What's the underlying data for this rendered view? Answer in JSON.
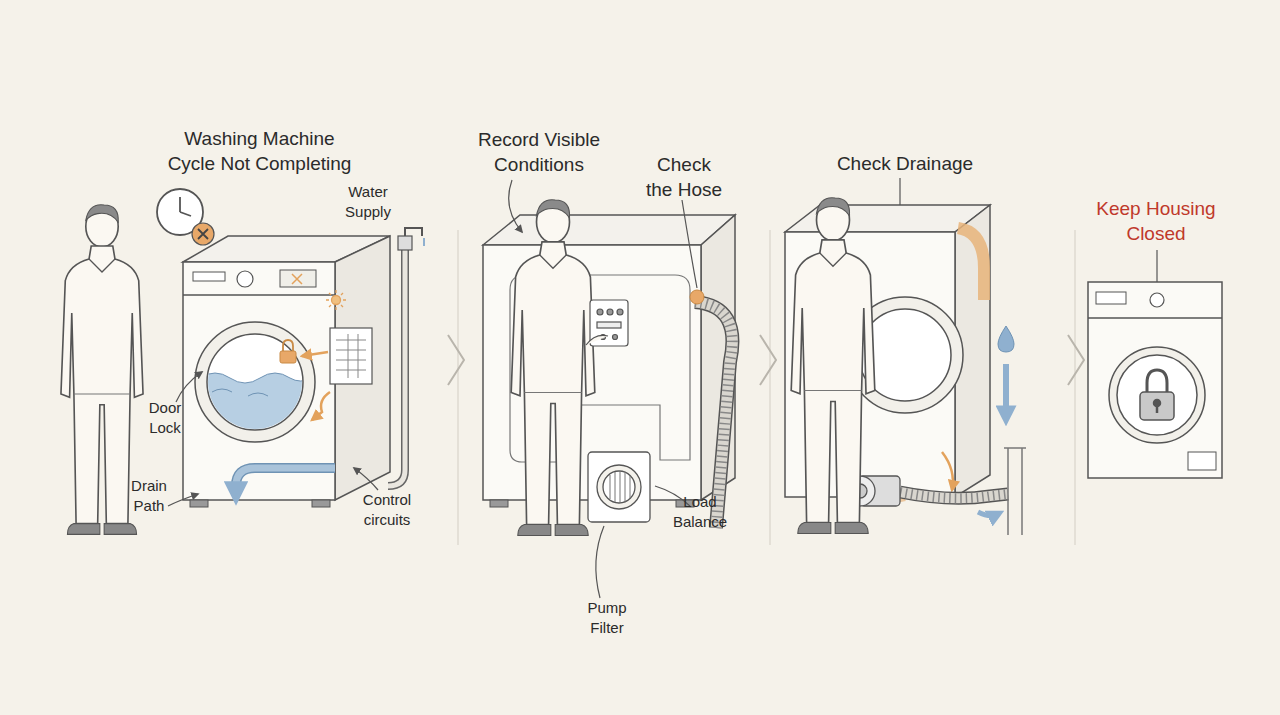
{
  "diagram": {
    "title": "Washing Machine Cycle Not Completing",
    "labels": [
      "Water Supply",
      "Door Lock",
      "Drain Path",
      "Control circuits",
      "Record Visible Conditions",
      "Check the Hose",
      "Pump Filter",
      "Load Balance",
      "Check Drainage",
      "Keep Housing Closed"
    ]
  }
}
